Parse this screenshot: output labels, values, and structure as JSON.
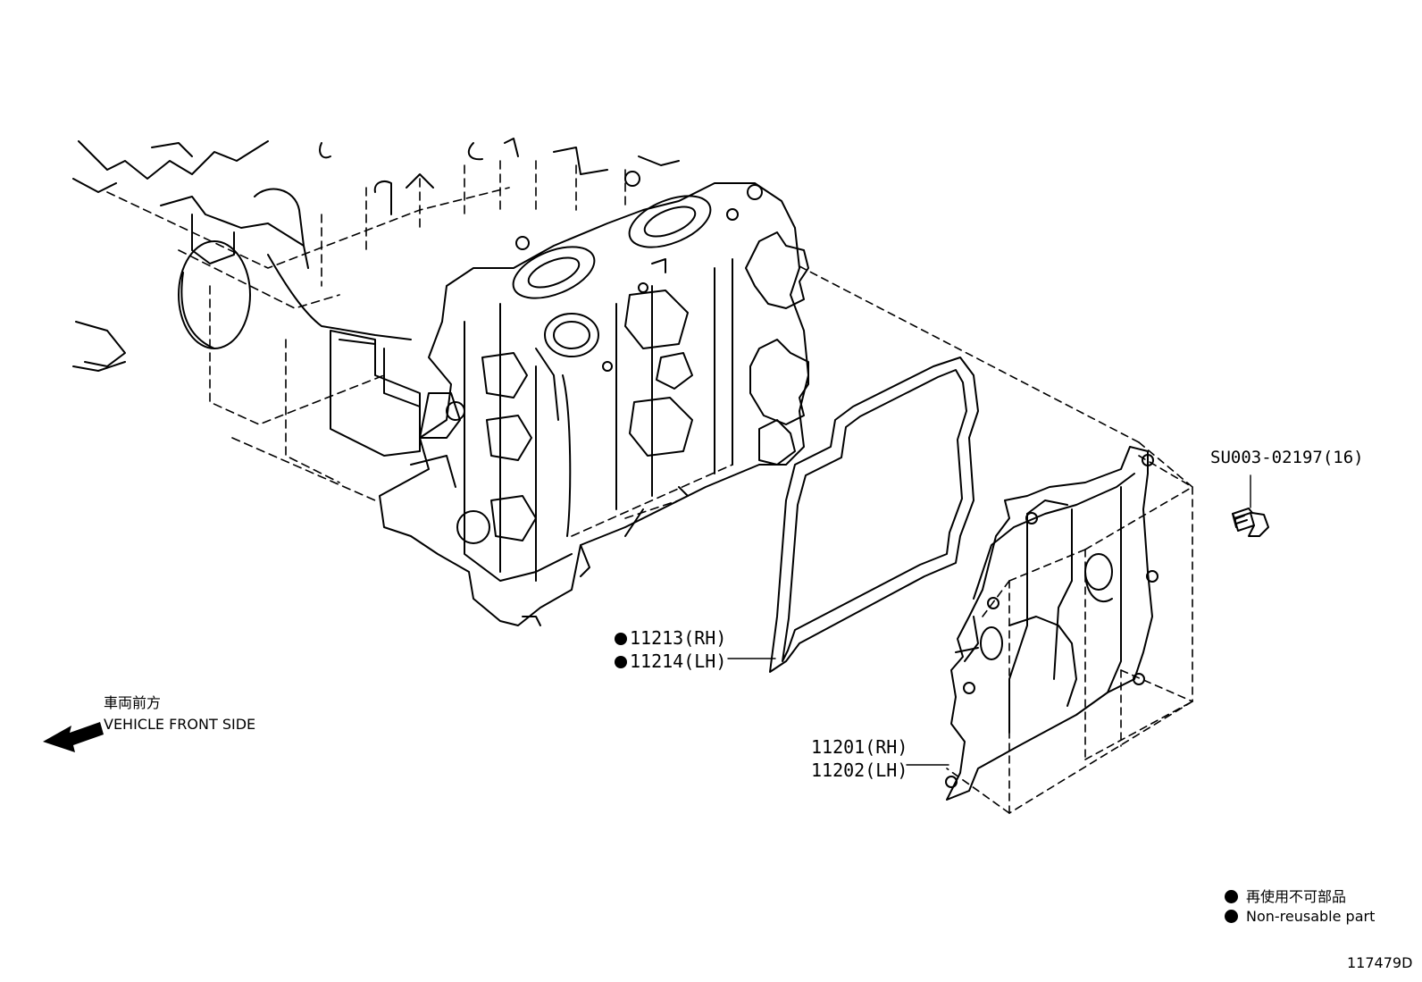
{
  "direction": {
    "label_jp": "車両前方",
    "label_en": "VEHICLE FRONT SIDE"
  },
  "callouts": {
    "gasket_rh": "11213(RH)",
    "gasket_lh": "11214(LH)",
    "cover_rh": "11201(RH)",
    "cover_lh": "11202(LH)",
    "bolt": "SU003-02197(16)"
  },
  "legend": {
    "jp": "再使用不可部品",
    "en": "Non-reusable part"
  },
  "diagram_id": "117479D",
  "colors": {
    "ink": "#000000",
    "paper": "#ffffff"
  },
  "icons": {
    "direction": "arrow-left-icon",
    "non_reusable": "filled-dot-icon"
  }
}
